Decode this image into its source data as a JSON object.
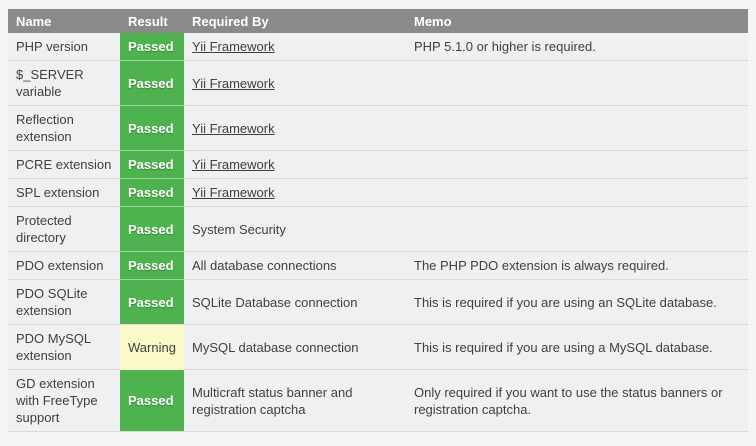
{
  "table": {
    "columns": [
      {
        "label": "Name"
      },
      {
        "label": "Result"
      },
      {
        "label": "Required By"
      },
      {
        "label": "Memo"
      }
    ],
    "rows": [
      {
        "name": "PHP version",
        "result": "Passed",
        "result_type": "passed",
        "required_by": "Yii Framework",
        "required_by_is_link": true,
        "memo": "PHP 5.1.0 or higher is required."
      },
      {
        "name": "$_SERVER variable",
        "result": "Passed",
        "result_type": "passed",
        "required_by": "Yii Framework",
        "required_by_is_link": true,
        "memo": ""
      },
      {
        "name": "Reflection extension",
        "result": "Passed",
        "result_type": "passed",
        "required_by": "Yii Framework",
        "required_by_is_link": true,
        "memo": ""
      },
      {
        "name": "PCRE extension",
        "result": "Passed",
        "result_type": "passed",
        "required_by": "Yii Framework",
        "required_by_is_link": true,
        "memo": ""
      },
      {
        "name": "SPL extension",
        "result": "Passed",
        "result_type": "passed",
        "required_by": "Yii Framework",
        "required_by_is_link": true,
        "memo": ""
      },
      {
        "name": "Protected directory",
        "result": "Passed",
        "result_type": "passed",
        "required_by": "System Security",
        "required_by_is_link": false,
        "memo": ""
      },
      {
        "name": "PDO extension",
        "result": "Passed",
        "result_type": "passed",
        "required_by": "All database connections",
        "required_by_is_link": false,
        "memo": "The PHP PDO extension is always required."
      },
      {
        "name": "PDO SQLite extension",
        "result": "Passed",
        "result_type": "passed",
        "required_by": "SQLite Database connection",
        "required_by_is_link": false,
        "memo": "This is required if you are using an SQLite database."
      },
      {
        "name": "PDO MySQL extension",
        "result": "Warning",
        "result_type": "warning",
        "required_by": "MySQL database connection",
        "required_by_is_link": false,
        "memo": "This is required if you are using a MySQL database."
      },
      {
        "name": "GD extension with FreeType support",
        "result": "Passed",
        "result_type": "passed",
        "required_by": "Multicraft status banner and registration captcha",
        "required_by_is_link": false,
        "memo": "Only required if you want to use the status banners or registration captcha."
      }
    ],
    "colors": {
      "passed_green": "#4EB34E",
      "warning_yellow": "#FAFAC9",
      "header_gray": "#8A8A8A",
      "row_bg": "#EEF0F2",
      "divider": "#D7D9DB",
      "text": "#3F3F3F"
    }
  }
}
